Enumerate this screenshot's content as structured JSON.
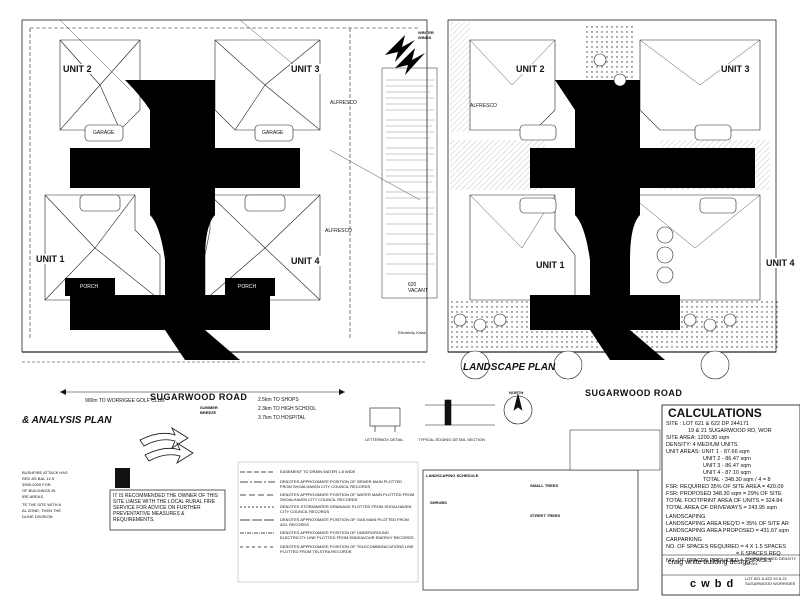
{
  "left_plan": {
    "units": [
      "UNIT 2",
      "UNIT 3",
      "UNIT 1",
      "UNIT 4"
    ],
    "road_name": "SUGARWOOD ROAD",
    "plan_title": "& ANALYSIS PLAN",
    "alfresco": [
      "ALFRESCO",
      "ALFRESCO"
    ],
    "garage": [
      "GARAGE",
      "GARAGE"
    ],
    "porch": [
      "PORCH",
      "PORCH"
    ],
    "winds_label": "WINTER WINDS",
    "summer_breeze": "SUMMER BREEZE",
    "distance_left": "900m TO WORRIGEE GOLF CLUB",
    "distances": [
      "2.5km TO SHOPS",
      "2.3km TO HIGH SCHOOL",
      "3.7km TO HOSPITAL"
    ],
    "vacant": "620 VACANT",
    "electricity": "Electricity Kiosk"
  },
  "right_plan": {
    "units": [
      "UNIT 2",
      "UNIT 3",
      "UNIT 1",
      "UNIT 4"
    ],
    "road_name": "SUGARWOOD ROAD",
    "plan_title": "LANDSCAPE PLAN",
    "alfresco": "ALFRESCO",
    "north": "NORTH"
  },
  "details": {
    "letterbox": "LETTERBOX DETAIL",
    "edging": "TYPICAL EDGING DETAIL SECTION"
  },
  "legend_items": [
    "EASEMENT TO DRAIN WATER 1.8 WIDE",
    "DENOTES APPROXIMATE POSITION OF SEWER MAIN PLOTTED FROM SHOALHAVEN CITY COUNCIL RECORDS",
    "DENOTES APPROXIMATE POSITION OF WATER MAIN PLOTTED FROM SHOALHAVEN CITY COUNCIL RECORDS",
    "DENOTES STORMWATER DRAINAGE PLOTTED FROM SHOALHAVEN CITY COUNCIL RECORDS",
    "DENOTES APPROXIMATE POSITION OF GAS MAIN PLOTTED FROM AGL RECORDS",
    "DENOTES APPROXIMATE POSITION OF UNDERGROUND ELECTRICITY LINE PLOTTED FROM ENDEAVOUR ENERGY RECORDS",
    "DENOTES APPROXIMATE POSITION OF TELECOMMUNICATIONS LINE PLOTTED FROM TELSTRA RECORDS"
  ],
  "fire_note": "IT IS RECOMMENDED THE OWNER OF THIS SITE LIAISE WITH THE LOCAL RURAL FIRE SERVICE FOR ADVICE ON FURTHER PREVENTATIVE MEASURES & REQUIREMENTS.",
  "bushfire_note": [
    "BUSHFIRE ATTACK HAS",
    "RED AS BAL 12.5",
    "3959-2009 FOR",
    "OF BUILDINGS IN",
    "IRE AREAS.",
    "TE THE SITE WITH A",
    "AL ZONE, THEN THE",
    "DLINE DIVISION"
  ],
  "landscaping_schedule": {
    "title": "LANDSCAPING SCHEDULE",
    "shrubs_heading": "SHRUBS",
    "small_trees": "SMALL TREES",
    "street_trees": "STREET TREES"
  },
  "calculations": {
    "title": "CALCULATIONS",
    "lines": [
      "SITE : LOT 621 & 622 DP 244171",
      "19 & 21 SUGARWOOD RD, WOR",
      "SITE AREA:    1200.30 sqm",
      "DENSITY:    4 MEDIUM UNITS",
      "UNIT AREAS:  UNIT 1 - 87.66 sqm",
      "UNIT 2 - 86.47 sqm",
      "UNIT 3 - 86.47 sqm",
      "UNIT 4 - 87.10 sqm",
      "TOTAL - 348.30 sqm / 4 = 8",
      "FSR: REQUIRED 35% OF SITE AREA = 420.09",
      "FSR: PROPOSED 348.30 sqm = 29% OF SITE",
      "TOTAL FOOTPRINT AREA OF UNITS = 324.84",
      "TOTAL AREA OF DRIVEWAYS = 243.95 sqm",
      "LANDSCAPING",
      "LANDSCAPING AREA REQ'D = 35% OF SITE AR",
      "LANDSCAPING AREA PROPOSED = 431.67 sqm",
      "CARPARKING",
      "NO. OF SPACES REQUIRED = 4 X 1.5 SPACES",
      "= 6 SPACES REQ",
      "NO. OF SPACES PROVIDED = 7 SPACES"
    ]
  },
  "title_block": {
    "company": "craig white building design",
    "logo": "c w b d",
    "proposed": "PROPOSED MED DENSITY DEVEL",
    "address": "LOT 621 & 622 19 & 21 SUGARWOOD WORRIGEE"
  },
  "colors": {
    "ink": "#111111",
    "paper": "#ffffff",
    "hatch": "#555555"
  }
}
